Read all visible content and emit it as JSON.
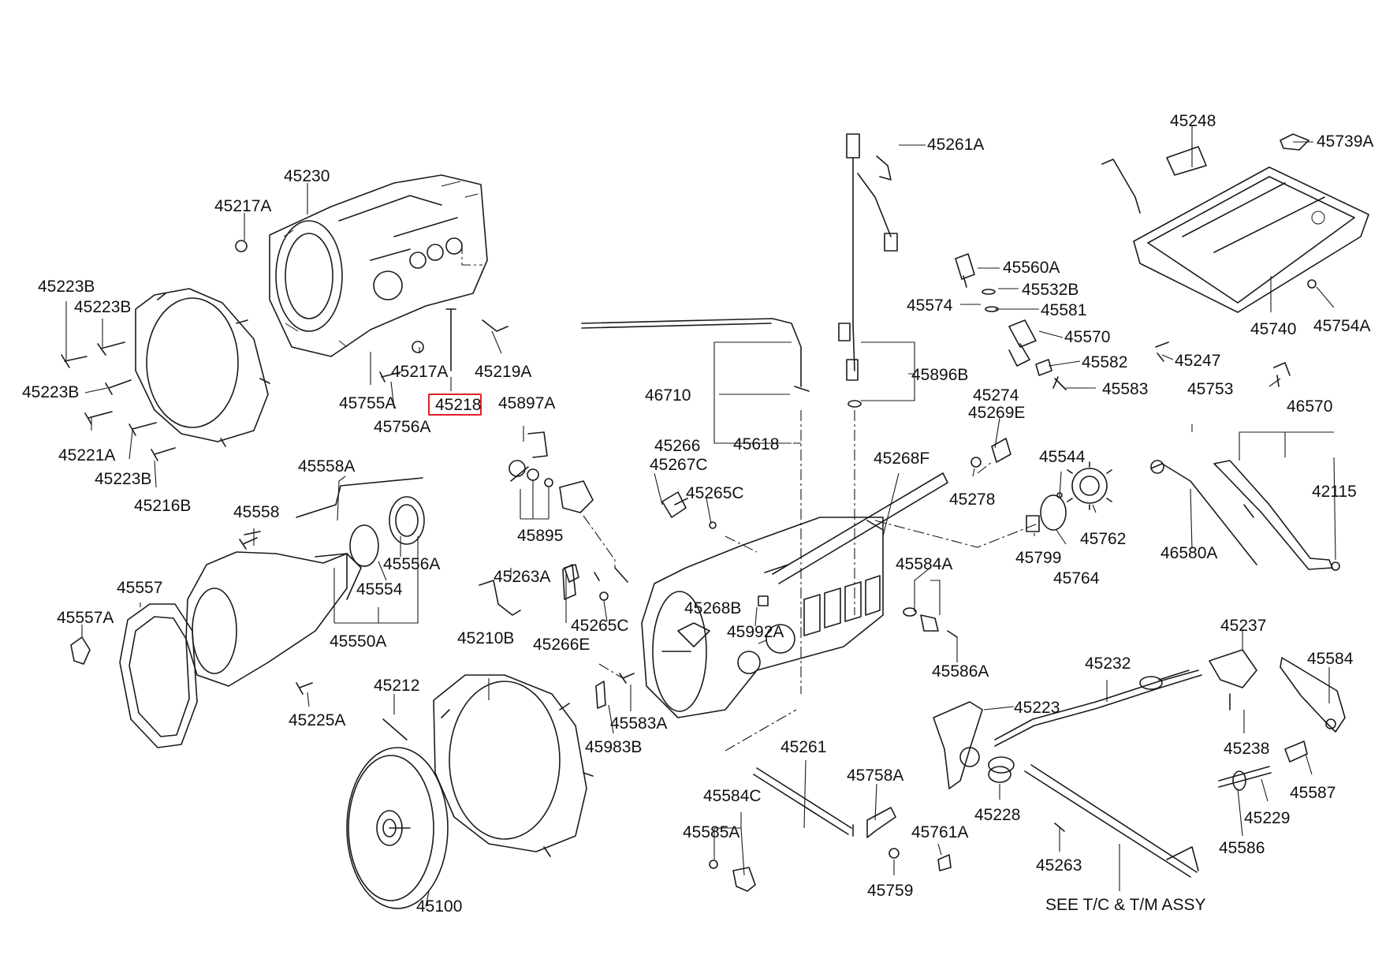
{
  "labels": {
    "p45248": "45248",
    "p45739A": "45739A",
    "p45261A": "45261A",
    "p45230": "45230",
    "p45217A_top": "45217A",
    "p45223B_1": "45223B",
    "p45223B_2": "45223B",
    "p45223B_3": "45223B",
    "p45223B_4": "45223B",
    "p45217A_mid": "45217A",
    "p45219A": "45219A",
    "p45755A": "45755A",
    "p45756A": "45756A",
    "p45218": "45218",
    "p45897A": "45897A",
    "p45221A": "45221A",
    "p45216B": "45216B",
    "p45560A": "45560A",
    "p45532B": "45532B",
    "p45574": "45574",
    "p45581": "45581",
    "p45570": "45570",
    "p45582": "45582",
    "p45583": "45583",
    "p45740": "45740",
    "p45754A": "45754A",
    "p45247": "45247",
    "p45753": "45753",
    "p46710": "46710",
    "p45618": "45618",
    "p45896B": "45896B",
    "p45274": "45274",
    "p45269E": "45269E",
    "p46570": "46570",
    "p42115": "42115",
    "p45266": "45266",
    "p45267C": "45267C",
    "p45265C_top": "45265C",
    "p45268F": "45268F",
    "p45278": "45278",
    "p45544": "45544",
    "p45762": "45762",
    "p45799": "45799",
    "p45764": "45764",
    "p46580A": "46580A",
    "p45558A": "45558A",
    "p45558": "45558",
    "p45556A": "45556A",
    "p45554": "45554",
    "p45550A": "45550A",
    "p45557": "45557",
    "p45557A": "45557A",
    "p45895": "45895",
    "p45263A": "45263A",
    "p45266E": "45266E",
    "p45265C_mid": "45265C",
    "p45268B": "45268B",
    "p45992A": "45992A",
    "p45584A": "45584A",
    "p45586A": "45586A",
    "p45237": "45237",
    "p45584": "45584",
    "p45232": "45232",
    "p45223": "45223",
    "p45238": "45238",
    "p45587": "45587",
    "p45229": "45229",
    "p45586": "45586",
    "p45228": "45228",
    "p45263": "45263",
    "p45210B": "45210B",
    "p45212": "45212",
    "p45583A": "45583A",
    "p45983B": "45983B",
    "p45225A": "45225A",
    "p45261": "45261",
    "p45758A": "45758A",
    "p45584C": "45584C",
    "p45585A": "45585A",
    "p45761A": "45761A",
    "p45759": "45759",
    "p45100": "45100",
    "see_tc": "SEE T/C & T/M ASSY"
  },
  "highlight": {
    "part": "45218",
    "color": "#e01f26"
  }
}
